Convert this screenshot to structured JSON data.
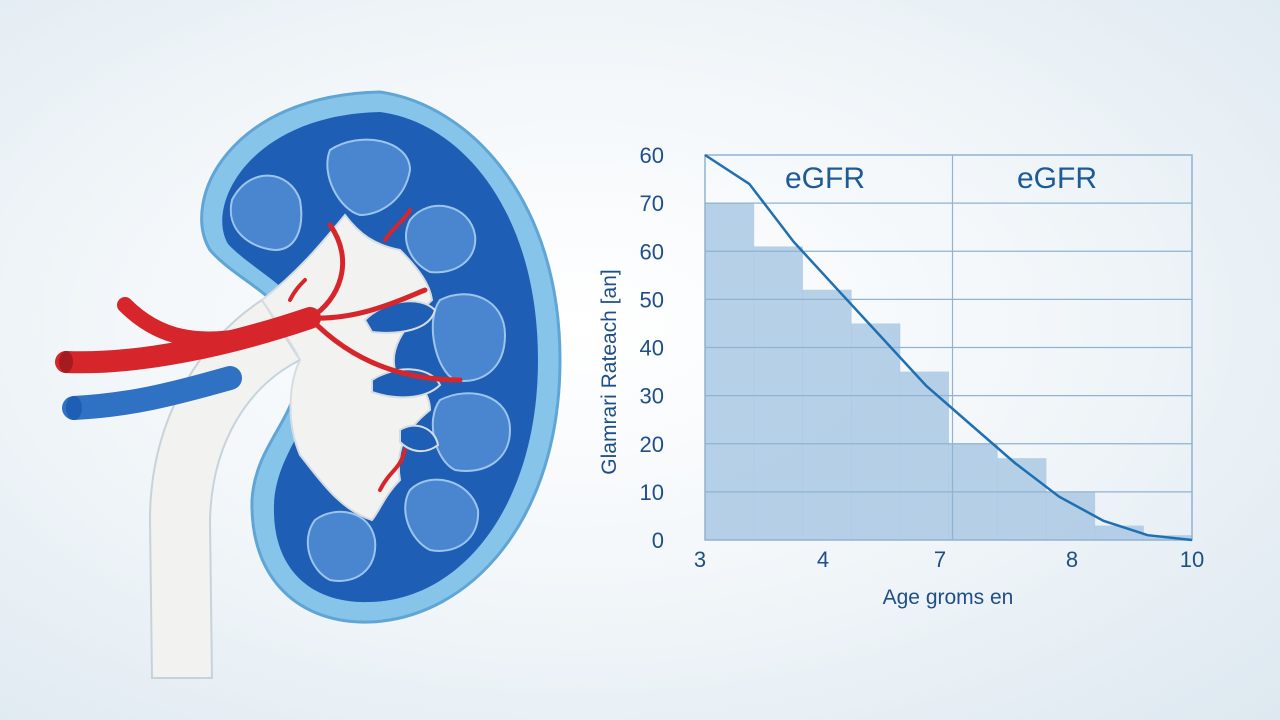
{
  "colors": {
    "kidney_outer": "#7fbfe8",
    "kidney_cortex": "#1f5eb5",
    "pyramid": "#4a86cf",
    "pelvis": "#f2f2f0",
    "artery": "#d7262b",
    "vein": "#2f72c4",
    "bar_fill": "#a9c8e3",
    "curve": "#1f6fb3",
    "grid": "#8fb3d1"
  },
  "kidney_icons": {
    "kidney": "kidney-icon",
    "artery": "renal-artery-icon",
    "vein": "renal-vein-icon",
    "ureter": "ureter-icon"
  },
  "chart_data": {
    "type": "area",
    "column_headers": [
      "eGFR",
      "eGFR"
    ],
    "y_tick_labels": [
      "60",
      "70",
      "60",
      "50",
      "40",
      "30",
      "20",
      "10",
      "0"
    ],
    "x_tick_labels": [
      "3",
      "4",
      "7",
      "8",
      "10"
    ],
    "ylabel": "Glamrari Rateach [an]",
    "xlabel": "Age groms en",
    "ylim": [
      0,
      80
    ],
    "grid": true,
    "series": [
      {
        "kind": "bars",
        "values": [
          70,
          61,
          52,
          45,
          35,
          20,
          17,
          10,
          3,
          1
        ]
      },
      {
        "kind": "curve",
        "values": [
          80,
          74,
          62,
          52,
          42,
          32,
          24,
          16,
          9,
          4,
          1,
          0
        ]
      }
    ]
  }
}
